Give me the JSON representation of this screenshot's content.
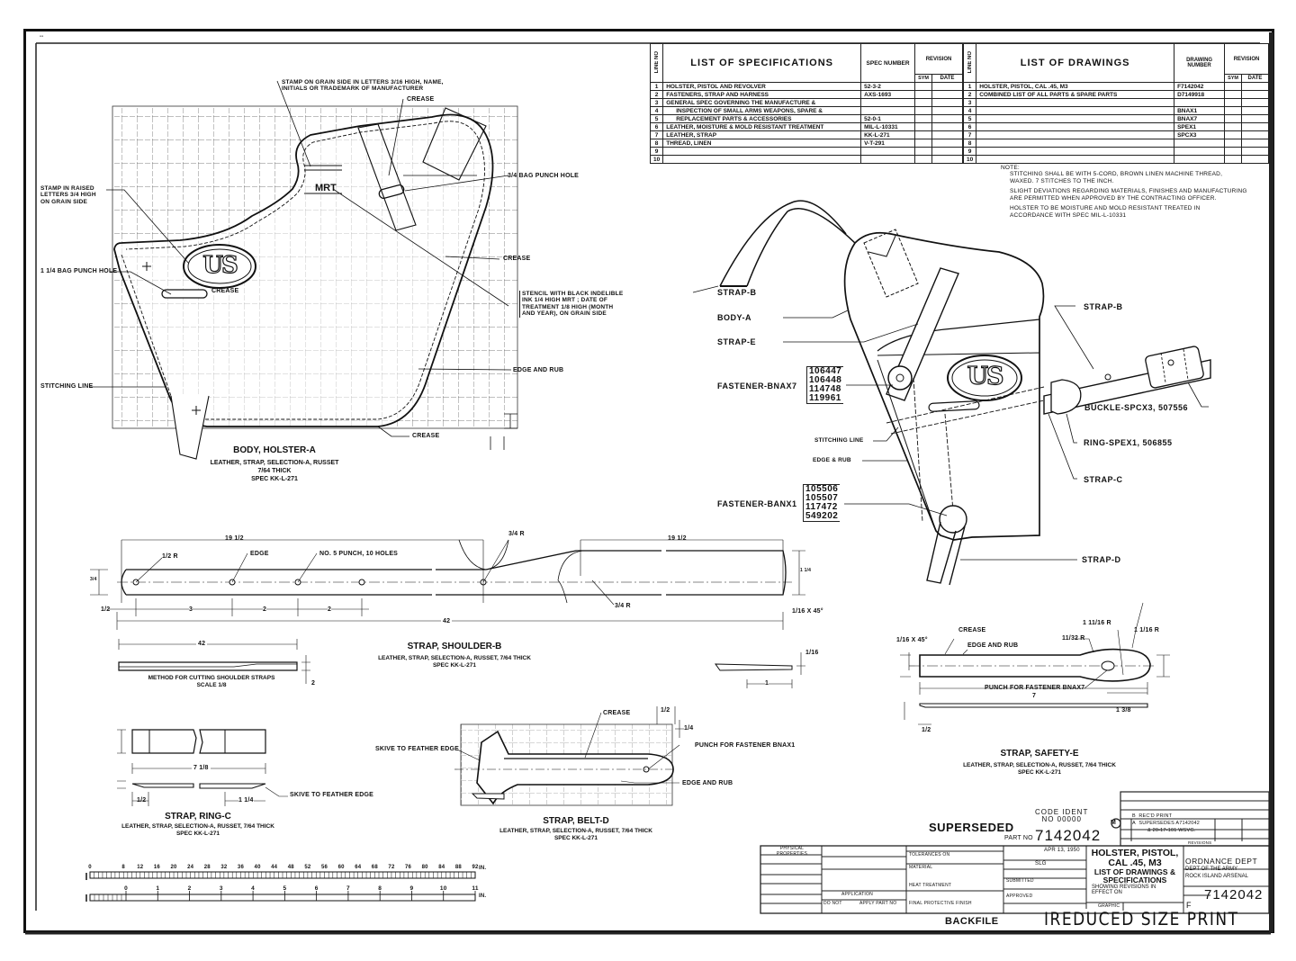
{
  "sheet": {
    "corner_mark": "--"
  },
  "specs_table": {
    "col_line_no": "LINE NO",
    "title": "LIST OF SPECIFICATIONS",
    "col_spec_number": "SPEC NUMBER",
    "col_revision": "REVISION",
    "col_sym": "SYM",
    "col_date": "DATE",
    "rows": [
      {
        "no": "1",
        "desc": "HOLSTER, PISTOL AND REVOLVER",
        "spec": "52-3-2"
      },
      {
        "no": "2",
        "desc": "FASTENERS, STRAP AND HARNESS",
        "spec": "AXS-1693"
      },
      {
        "no": "3",
        "desc": "GENERAL SPEC GOVERNING THE MANUFACTURE &",
        "spec": ""
      },
      {
        "no": "4",
        "desc": "INSPECTION OF SMALL ARMS WEAPONS, SPARE &",
        "spec": ""
      },
      {
        "no": "5",
        "desc": "REPLACEMENT PARTS & ACCESSORIES",
        "spec": "52-0-1"
      },
      {
        "no": "6",
        "desc": "LEATHER, MOISTURE & MOLD RESISTANT TREATMENT",
        "spec": "MIL-L-10331"
      },
      {
        "no": "7",
        "desc": "LEATHER, STRAP",
        "spec": "KK-L-271"
      },
      {
        "no": "8",
        "desc": "THREAD, LINEN",
        "spec": "V-T-291"
      },
      {
        "no": "9",
        "desc": "",
        "spec": ""
      },
      {
        "no": "10",
        "desc": "",
        "spec": ""
      }
    ]
  },
  "drawings_table": {
    "col_line_no": "LINE NO",
    "title": "LIST OF DRAWINGS",
    "col_drawing_number": "DRAWING NUMBER",
    "col_revision": "REVISION",
    "col_sym": "SYM",
    "col_date": "DATE",
    "rows": [
      {
        "no": "1",
        "desc": "HOLSTER, PISTOL, CAL .45, M3",
        "dwg": "F7142042"
      },
      {
        "no": "2",
        "desc": "COMBINED LIST OF ALL PARTS & SPARE PARTS",
        "dwg": "D7149918"
      },
      {
        "no": "3",
        "desc": "",
        "dwg": ""
      },
      {
        "no": "4",
        "desc": "",
        "dwg": "BNAX1"
      },
      {
        "no": "5",
        "desc": "",
        "dwg": "BNAX7"
      },
      {
        "no": "6",
        "desc": "",
        "dwg": "SPEX1"
      },
      {
        "no": "7",
        "desc": "",
        "dwg": "SPCX3"
      },
      {
        "no": "8",
        "desc": "",
        "dwg": ""
      },
      {
        "no": "9",
        "desc": "",
        "dwg": ""
      },
      {
        "no": "10",
        "desc": "",
        "dwg": ""
      }
    ]
  },
  "notes": {
    "heading": "NOTE:",
    "items": [
      "STITCHING SHALL BE WITH 5-CORD, BROWN LINEN MACHINE THREAD,",
      "WAXED. 7 STITCHES TO THE INCH.",
      "SLIGHT DEVIATIONS REGARDING MATERIALS, FINISHES AND MANUFACTURING",
      "ARE PERMITTED WHEN APPROVED BY THE CONTRACTING OFFICER.",
      "HOLSTER TO BE MOISTURE AND MOLD RESISTANT TREATED IN",
      "ACCORDANCE WITH SPEC MIL-L-10331"
    ]
  },
  "body_holster": {
    "title": "BODY, HOLSTER-A",
    "material": "LEATHER, STRAP, SELECTION-A, RUSSET",
    "thickness": "7/64 THICK",
    "spec": "SPEC KK-L-271",
    "stamp_us": "US",
    "stamp_mrt": "MRT",
    "callouts": {
      "stamp_grain_1": "STAMP ON GRAIN SIDE IN LETTERS 3/16 HIGH, NAME,",
      "stamp_grain_2": "INITIALS OR TRADEMARK OF MANUFACTURER",
      "crease_top": "CREASE",
      "bag_punch_34": "3/4 BAG PUNCH HOLE",
      "stamp_raised_1": "STAMP IN RAISED",
      "stamp_raised_2": "LETTERS 3/4 HIGH",
      "stamp_raised_3": "ON GRAIN SIDE",
      "crease_right": "CREASE",
      "bag_punch_114": "1 1/4 BAG PUNCH HOLE",
      "crease_mid": "CREASE",
      "stencil_1": "STENCIL WITH BLACK INDELIBLE",
      "stencil_2": "INK 1/4 HIGH MRT ; DATE OF",
      "stencil_3": "TREATMENT 1/8 HIGH (MONTH",
      "stencil_4": "AND YEAR), ON GRAIN SIDE",
      "edge_rub": "EDGE AND RUB",
      "stitching_line": "STITCHING LINE",
      "crease_bottom": "CREASE"
    }
  },
  "assembly": {
    "stamp_us": "US",
    "labels": {
      "strap_b_left": "STRAP-B",
      "body_a": "BODY-A",
      "strap_e": "STRAP-E",
      "fastener_bnax7": "FASTENER-BNAX7",
      "stitching_line": "STITCHING LINE",
      "edge_rub": "EDGE & RUB",
      "fastener_banx1": "FASTENER-BANX1",
      "strap_b_right": "STRAP-B",
      "buckle": "BUCKLE-SPCX3, 507556",
      "ring": "RING-SPEX1, 506855",
      "strap_c": "STRAP-C",
      "strap_d": "STRAP-D"
    },
    "bnax7_parts": [
      "106447",
      "106448",
      "114748",
      "119961"
    ],
    "banx1_parts": [
      "105506",
      "105507",
      "117472",
      "549202"
    ]
  },
  "strap_shoulder": {
    "title": "STRAP, SHOULDER-B",
    "material": "LEATHER, STRAP, SELECTION-A, RUSSET, 7/64 THICK",
    "spec": "SPEC KK-L-271",
    "dims": {
      "len_left": "19 1/2",
      "len_right": "19 1/2",
      "radius_end": "1/2 R",
      "edge": "EDGE",
      "punch": "NO. 5 PUNCH, 10 HOLES",
      "radius_top": "3/4 R",
      "radius_bottom": "3/4 R",
      "d_half": "1/2",
      "d_3": "3",
      "d_2a": "2",
      "d_2b": "2",
      "total": "42",
      "chamfer": "1/16 X 45°",
      "width_left": "3/4",
      "width_right": "1 1/4"
    },
    "cutting_len": "42",
    "cutting_width": "2",
    "cutting_caption": "METHOD FOR CUTTING SHOULDER STRAPS",
    "cutting_scale": "SCALE 1/8",
    "skive_thk": "1/16",
    "skive_len": "1"
  },
  "strap_safety": {
    "title": "STRAP, SAFETY-E",
    "material": "LEATHER, STRAP, SELECTION-A, RUSSET, 7/64 THICK",
    "spec": "SPEC KK-L-271",
    "callouts": {
      "chamfer": "1/16 X 45°",
      "crease": "CREASE",
      "edge_rub": "EDGE AND RUB",
      "r1": "11/32 R",
      "r2": "1 11/16 R",
      "r3": "1 1/16 R",
      "punch": "PUNCH FOR FASTENER BNAX7",
      "total": "7",
      "tip": "1 3/8",
      "skive": "1/2"
    }
  },
  "strap_ring": {
    "title": "STRAP, RING-C",
    "material": "LEATHER, STRAP, SELECTION-A, RUSSET, 7/64 THICK",
    "spec": "SPEC KK-L-271",
    "len": "7 1/8",
    "skive_left": "1/2",
    "skive_right": "1 1/4",
    "skive_label": "SKIVE TO FEATHER EDGE"
  },
  "strap_belt": {
    "title": "STRAP, BELT-D",
    "material": "LEATHER, STRAP, SELECTION-A, RUSSET, 7/64 THICK",
    "spec": "SPEC KK-L-271",
    "callouts": {
      "crease": "CREASE",
      "skive": "SKIVE TO FEATHER EDGE",
      "punch": "PUNCH FOR FASTENER BNAX1",
      "edge_rub": "EDGE AND RUB",
      "dim_top": "1/2",
      "dim_side": "1/4"
    }
  },
  "scale_bar": {
    "top_ticks": [
      "0",
      "8",
      "12",
      "16",
      "20",
      "24",
      "28",
      "32",
      "36",
      "40",
      "44",
      "48",
      "52",
      "56",
      "60",
      "64",
      "68",
      "72",
      "76",
      "80",
      "84",
      "88",
      "92"
    ],
    "top_unit": "IN.",
    "bottom_ticks": [
      "0",
      "1",
      "2",
      "3",
      "4",
      "5",
      "6",
      "7",
      "8",
      "9",
      "10",
      "11"
    ],
    "bottom_unit": "IN."
  },
  "title_block": {
    "superseded": "SUPERSEDED",
    "code_ident_1": "CODE IDENT",
    "code_ident_2": "NO 00000",
    "part_no_label": "PART NO",
    "part_no": "7142042",
    "orig_date": "APR 13, 1950",
    "physical_properties": "PHYSICAL PROPERTIES",
    "application": "APPLICATION",
    "do_not": "DO NOT",
    "apply_part_no": "APPLY PART NO",
    "tolerances": "TOLERANCES ON",
    "material": "MATERIAL",
    "heat_treatment": "HEAT TREATMENT",
    "final_finish": "FINAL PROTECTIVE FINISH",
    "drawn_by": "SLG",
    "submitted": "SUBMITTED",
    "approved": "APPROVED",
    "graphic": "GRAPHIC",
    "item_title_1": "HOLSTER, PISTOL,",
    "item_title_2": "CAL .45, M3",
    "item_title_3": "LIST OF DRAWINGS &",
    "item_title_4": "SPECIFICATIONS",
    "item_title_5": "SHOWING REVISIONS IN",
    "item_title_6": "EFFECT ON",
    "dept_1": "ORDNANCE DEPT",
    "dept_2": "DEPT OF THE ARMY",
    "dept_3": "ROCK ISLAND ARSENAL",
    "size": "F",
    "dwg_no": "7142042",
    "rev_b": "B",
    "rev_b_text": "REC'D PRINT",
    "rev_a": "A",
    "rev_a_text": "SUPERSEDES A7142042",
    "rev_a_text2": "& 20-17-101 WSVG.",
    "revisions_label": "REVISIONS",
    "rev_symbol": "M",
    "backfile": "BACKFILE",
    "reduced": "IREDUCED SIZE PRINT"
  }
}
